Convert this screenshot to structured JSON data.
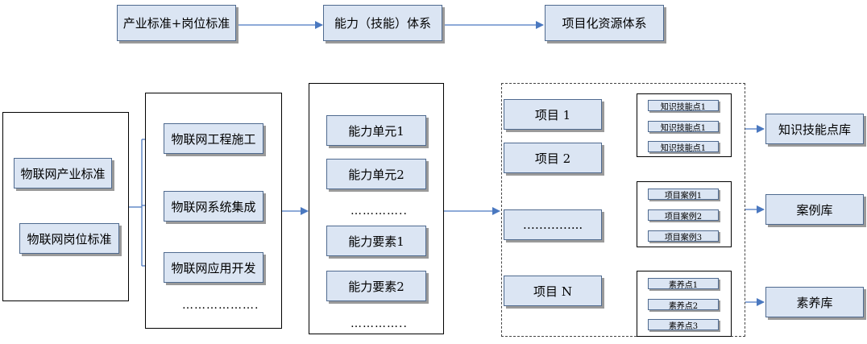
{
  "top_row": [
    "产业标准+岗位标准",
    "能力（技能）体系",
    "项目化资源体系"
  ],
  "standards": [
    "物联网产业标准",
    "物联网岗位标准"
  ],
  "jobs": [
    "物联网工程施工",
    "物联网系统集成",
    "物联网应用开发"
  ],
  "jobs_more": "……………….",
  "ability_units": [
    "能力单元1",
    "能力单元2"
  ],
  "ability_units_more": "…………..",
  "ability_elements": [
    "能力要素1",
    "能力要素2"
  ],
  "ability_elements_more": "…………..",
  "projects": [
    "项目 1",
    "项目 2"
  ],
  "projects_more": "…………...",
  "project_n": "项目 N",
  "knowledge_points": [
    "知识技能点1",
    "知识技能点1",
    "知识技能点1"
  ],
  "case_items": [
    "项目案例1",
    "项目案例2",
    "项目案例3"
  ],
  "literacy_points": [
    "素养点1",
    "素养点2",
    "素养点3"
  ],
  "libraries": [
    "知识技能点库",
    "案例库",
    "素养库"
  ],
  "colors": {
    "box_fill": "#dbe5f3",
    "box_border": "#4f6a8f",
    "arrow": "#4a78c0"
  }
}
